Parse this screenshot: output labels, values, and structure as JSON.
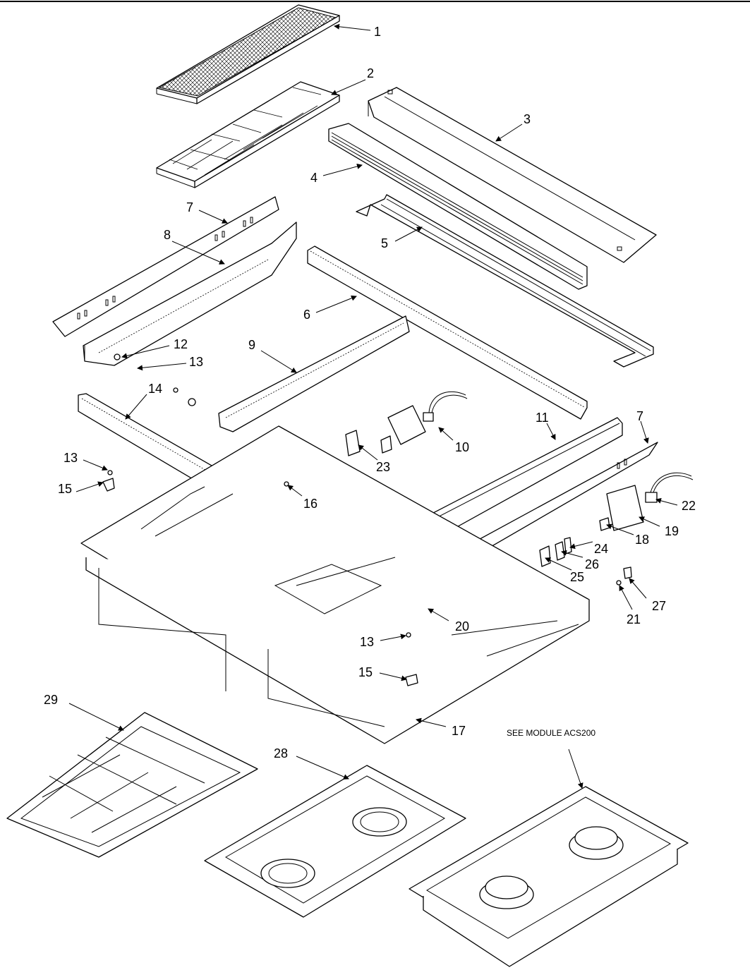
{
  "note": "SEE MODULE ACS200",
  "callouts": [
    "1",
    "2",
    "3",
    "4",
    "5",
    "6",
    "7",
    "7",
    "8",
    "9",
    "10",
    "11",
    "12",
    "13",
    "13",
    "13",
    "14",
    "15",
    "15",
    "16",
    "17",
    "18",
    "19",
    "20",
    "21",
    "22",
    "23",
    "24",
    "25",
    "26",
    "27",
    "28",
    "29"
  ]
}
